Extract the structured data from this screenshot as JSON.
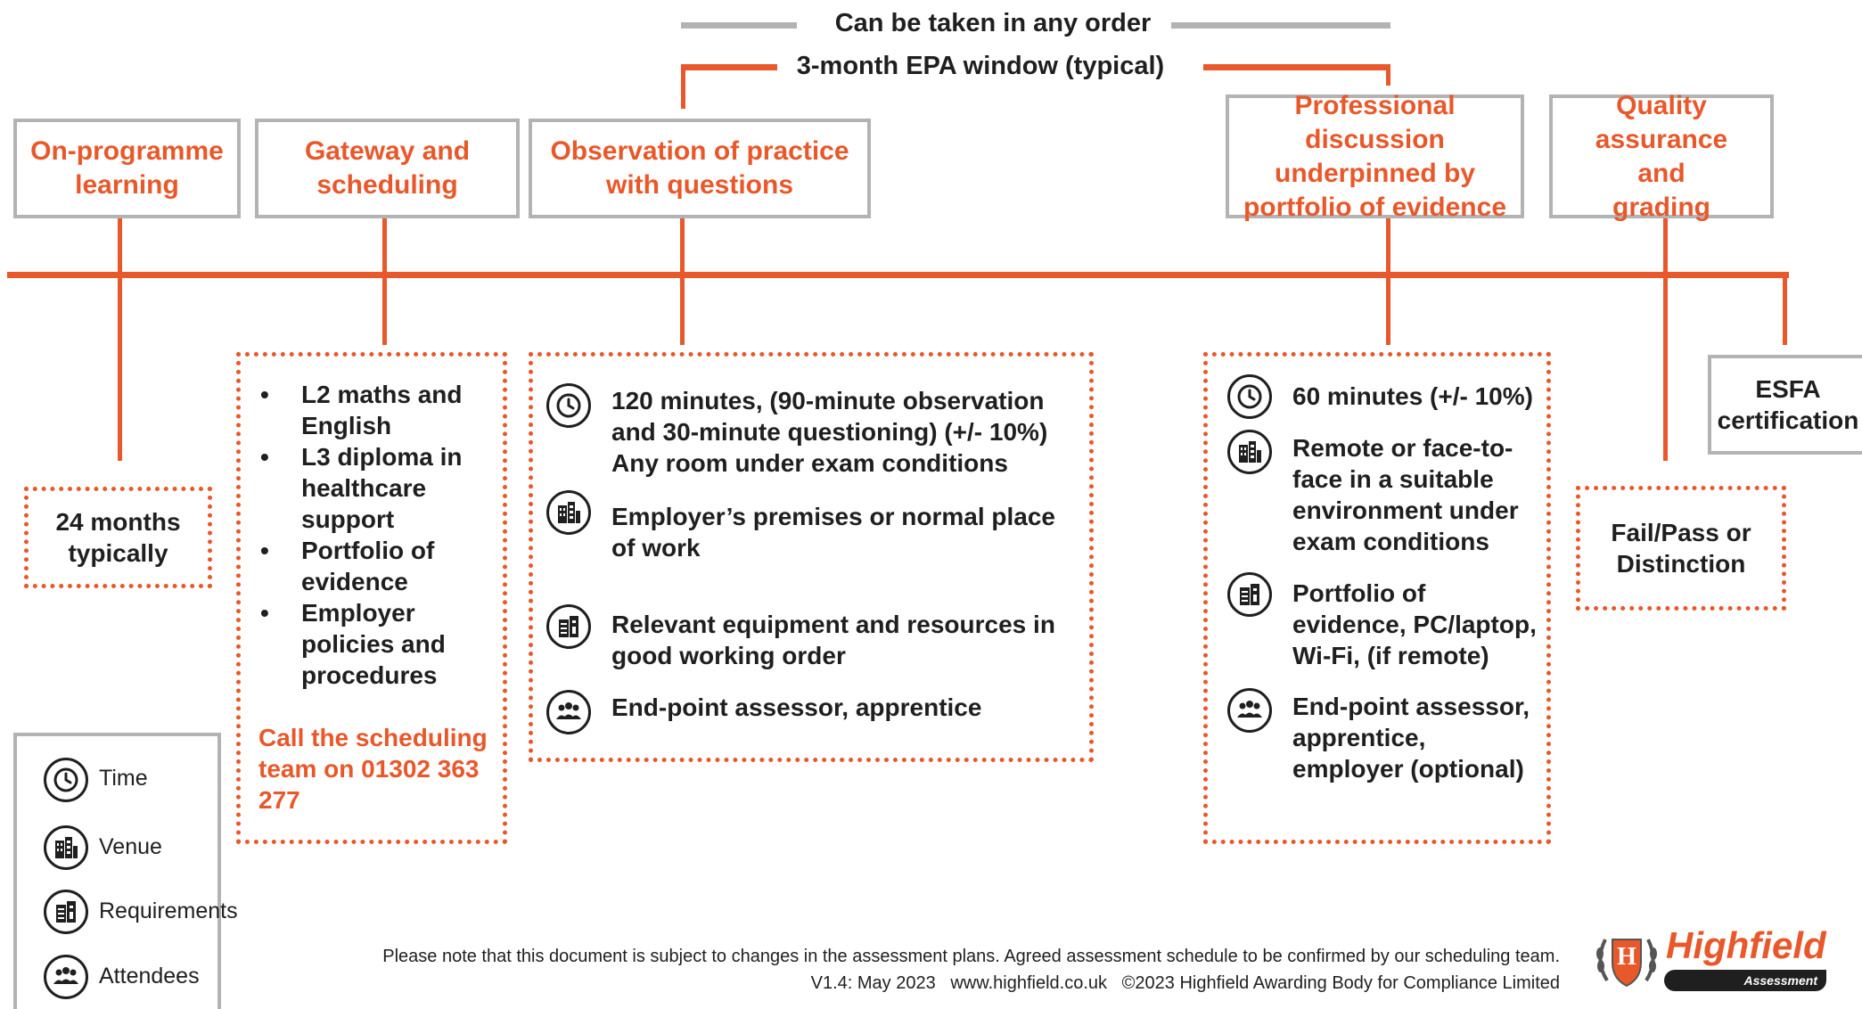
{
  "header": {
    "any_order": "Can be taken in any order",
    "epa_window": "3-month EPA window (typical)"
  },
  "stages": {
    "on_programme": "On-programme learning",
    "gateway": "Gateway and scheduling",
    "observation": "Observation of practice with questions",
    "professional": "Professional discussion underpinned by portfolio of evidence",
    "quality": "Quality assurance and grading",
    "esfa": "ESFA certification"
  },
  "on_programme_box": {
    "text": "24 months typically"
  },
  "gateway_box": {
    "bullets": [
      "L2 maths and English",
      "L3 diploma in healthcare support",
      "Portfolio of evidence",
      "Employer policies and procedures"
    ],
    "call": "Call the scheduling team on 01302 363 277"
  },
  "observation_box": {
    "time": "120 minutes, (90-minute observation and 30-minute questioning) (+/- 10%) Any room under exam conditions",
    "venue": "Employer’s premises or normal place of work",
    "requirements": "Relevant equipment and resources in good working order",
    "attendees": "End-point assessor, apprentice"
  },
  "professional_box": {
    "time": "60 minutes (+/- 10%)",
    "venue": "Remote or face-to-face in a suitable environment under exam conditions",
    "requirements": "Portfolio of evidence, PC/laptop, Wi-Fi, (if remote)",
    "attendees": "End-point assessor, apprentice, employer (optional)"
  },
  "grading_box": {
    "text": "Fail/Pass or Distinction"
  },
  "legend": {
    "time": "Time",
    "venue": "Venue",
    "requirements": "Requirements",
    "attendees": "Attendees"
  },
  "footer": {
    "note": "Please note that this document is subject to changes in the assessment plans. Agreed assessment schedule to be confirmed by our scheduling team.",
    "version": "V1.4: May 2023   www.highfield.co.uk   ©2023 Highfield Awarding Body for Compliance Limited"
  },
  "logo": {
    "name": "Highfield",
    "sub": "Assessment",
    "shield_letter": "H"
  },
  "colors": {
    "accent": "#e8582a",
    "border": "#b3b3b3",
    "text": "#1f1f1f"
  },
  "icons": {
    "time": "clock-icon",
    "venue": "buildings-icon",
    "requirements": "document-icon",
    "attendees": "people-icon"
  }
}
